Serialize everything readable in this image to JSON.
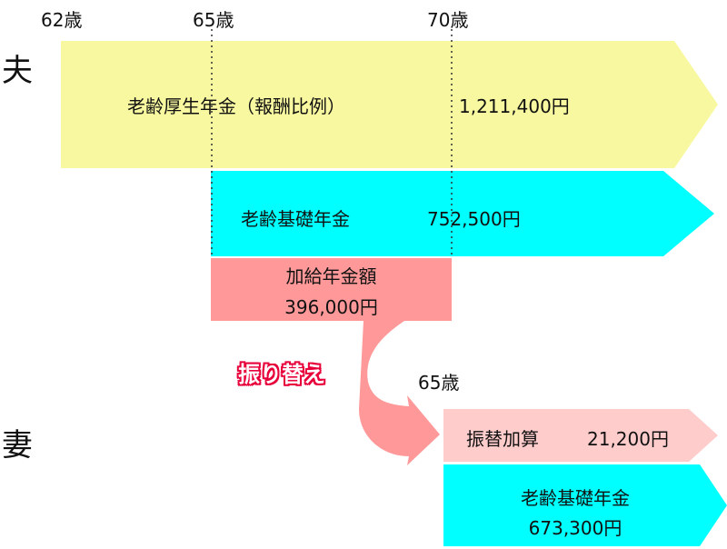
{
  "ages": {
    "a62": "62歳",
    "a65": "65歳",
    "a70": "70歳",
    "wife65": "65歳"
  },
  "persons": {
    "husband": "夫",
    "wife": "妻"
  },
  "husband": {
    "kousei": "老齢厚生年金（報酬比例）",
    "kousei_amount": "1,211,400円",
    "kiso": "老齢基礎年金",
    "kiso_amount": "752,500円",
    "kakyu": "加給年金額",
    "kakyu_amount": "396,000円"
  },
  "transfer_label": "振り替え",
  "wife": {
    "furikae": "振替加算",
    "furikae_amount": "21,200円",
    "kiso": "老齢基礎年金",
    "kiso_amount": "673,300円"
  },
  "colors": {
    "yellow": "#f8f8a0",
    "cyan": "#00ffff",
    "salmon": "#ff9999",
    "pink": "#ffcccc",
    "red": "#e8003a"
  }
}
